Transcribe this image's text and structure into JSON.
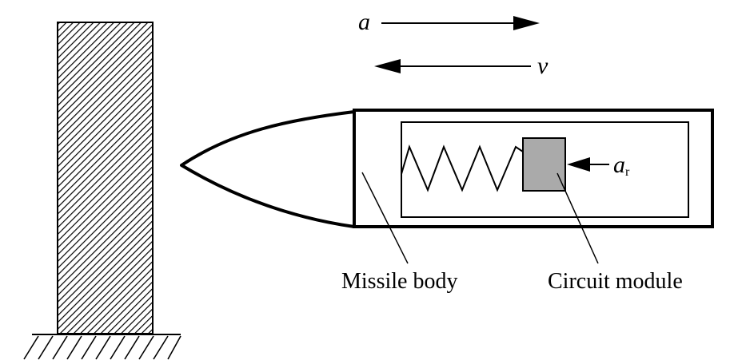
{
  "labels": {
    "acceleration": "a",
    "velocity": "v",
    "relative_acceleration_base": "a",
    "relative_acceleration_subscript": "r",
    "missile_body": "Missile body",
    "circuit_module": "Circuit module"
  },
  "colors": {
    "line": "#000000",
    "module_fill": "#aaaaaa",
    "background": "#ffffff"
  }
}
